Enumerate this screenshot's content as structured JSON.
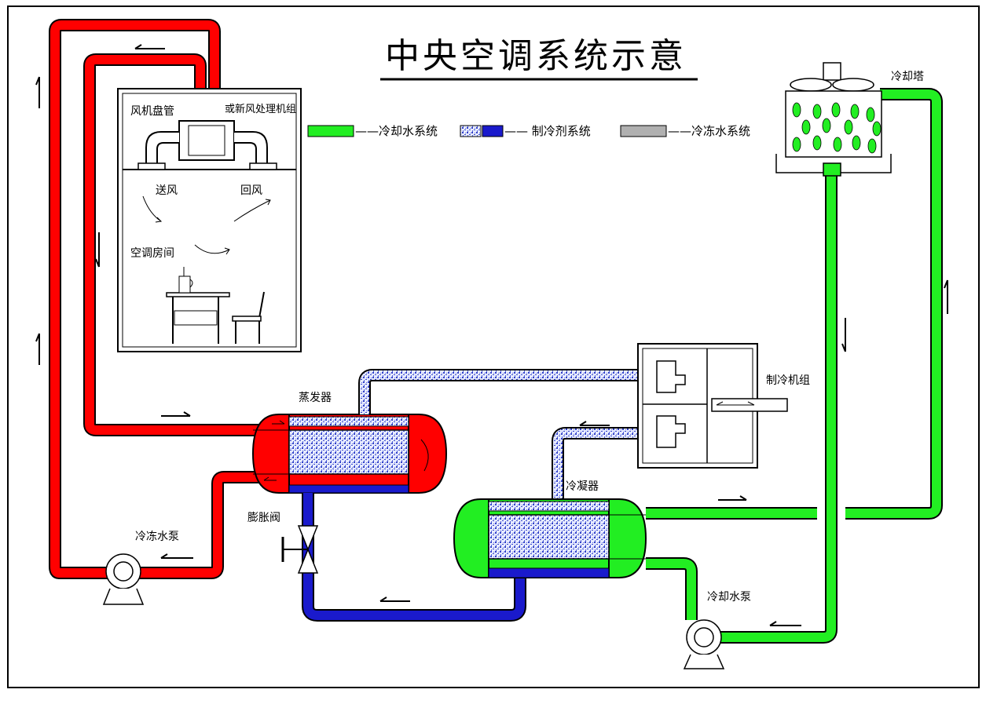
{
  "title": "中央空调系统示意",
  "legend": {
    "cooling_water": "——冷却水系统",
    "refrigerant": "—— 制冷剂系统",
    "chilled_water": "——冷冻水系统"
  },
  "labels": {
    "fan_coil": "风机盘管",
    "fresh_air_unit": "或新风处理机组",
    "supply_air": "送风",
    "return_air": "回风",
    "ac_room": "空调房间",
    "evaporator": "蒸发器",
    "expansion_valve": "膨胀阀",
    "chilled_water_pump": "冷冻水泵",
    "chiller": "制冷机组",
    "condenser": "冷凝器",
    "cooling_water_pump": "冷却水泵",
    "cooling_tower": "冷却塔"
  },
  "colors": {
    "chilled_water": "#ff0000",
    "cooling_water": "#22ee22",
    "refrigerant_liquid": "#1a1acc",
    "refrigerant_gas": "#8090d8",
    "chilled_water_legend": "#b0b0b0"
  }
}
